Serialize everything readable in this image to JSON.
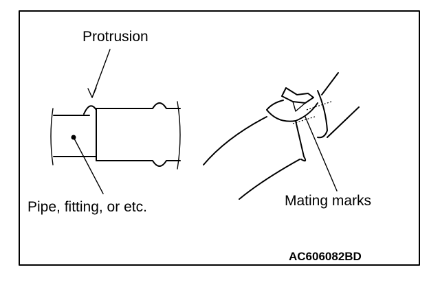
{
  "labels": {
    "protrusion": "Protrusion",
    "pipe": "Pipe, fitting, or etc.",
    "mating_marks": "Mating marks"
  },
  "figure_code": "AC606082BD",
  "colors": {
    "line": "#000000",
    "background": "#ffffff"
  }
}
